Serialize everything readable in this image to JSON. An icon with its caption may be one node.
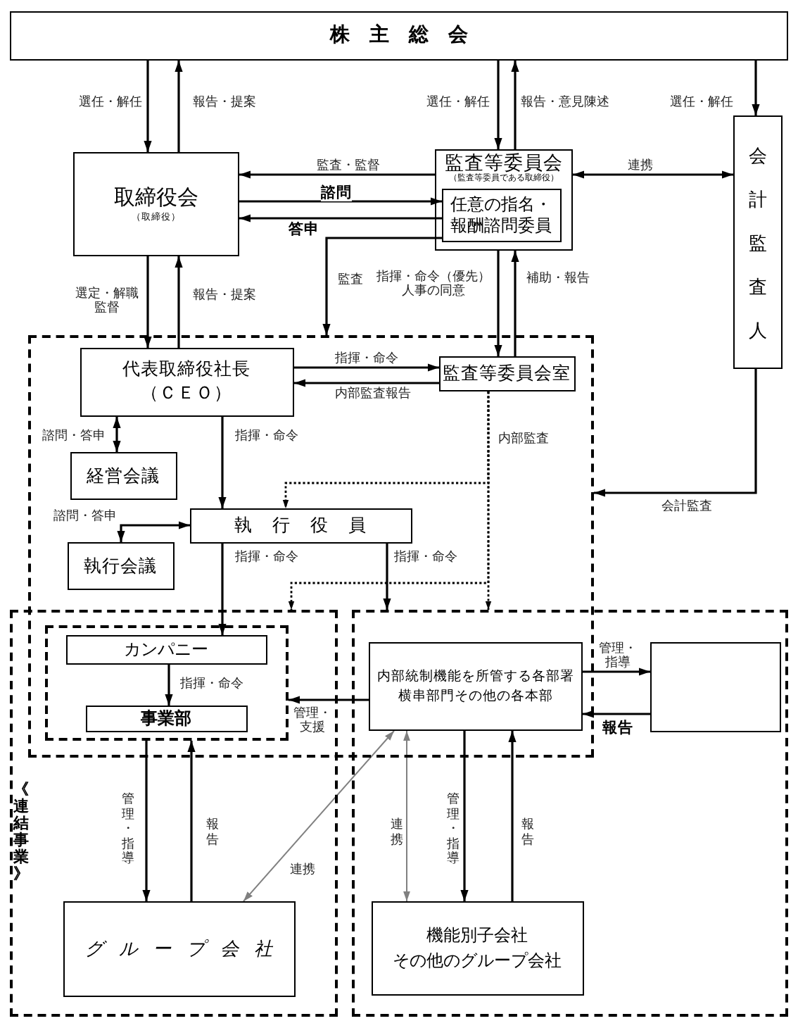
{
  "diagram": {
    "nodes": [
      {
        "text": [
          "株主総会"
        ]
      },
      {
        "text": [
          "取締役会",
          "（取締役）"
        ]
      },
      {
        "text": [
          "監査等委員会",
          "（監査等委員である取締役）"
        ]
      },
      {
        "text": [
          "任意の指名・報酬諮問委員"
        ],
        "in": 2
      },
      {
        "text": [
          "会計監査人"
        ]
      },
      {
        "text": [],
        "shape": "box"
      },
      {
        "text": [
          "代表取締役社長（ＣＥＯ）"
        ],
        "in": 5
      },
      {
        "text": [
          "監査等委員会室"
        ],
        "in": 5
      },
      {
        "text": [
          "経営会議"
        ],
        "in": 5
      },
      {
        "text": [
          "執行役員"
        ],
        "in": 5
      },
      {
        "text": [
          "執行会議"
        ],
        "in": 5
      },
      {
        "text": [
          "《連結事業》"
        ]
      },
      {
        "text": [],
        "shape": "box"
      },
      {
        "text": [
          "カンパニー"
        ],
        "in": 12
      },
      {
        "text": [
          "事業部"
        ],
        "in": 12
      },
      {
        "text": [
          "グループ会社"
        ],
        "in": 11
      },
      {
        "text": [],
        "shape": "box"
      },
      {
        "text": [
          "内部統制機能を所管する各部署",
          "横串部門その他の各本部"
        ]
      },
      {
        "text": [],
        "shape": "box",
        "in": 16
      },
      {
        "text": [
          "機能別子会社",
          "その他のグループ会社"
        ],
        "in": 16
      }
    ],
    "edges": [
      {
        "from": 0,
        "to": 1,
        "arrow": "to",
        "label": "選任・解任"
      },
      {
        "from": 1,
        "to": 0,
        "arrow": "to",
        "label": "報告・提案"
      },
      {
        "from": 0,
        "to": 2,
        "arrow": "to",
        "label": "選任・解任"
      },
      {
        "from": 2,
        "to": 0,
        "arrow": "to",
        "label": "報告・意見陳述"
      },
      {
        "from": 0,
        "to": 4,
        "arrow": "to",
        "label": "選任・解任"
      },
      {
        "from": 2,
        "to": 1,
        "arrow": "to",
        "label": "監査・監督"
      },
      {
        "from": 1,
        "to": 3,
        "arrow": "to",
        "label": "諮問"
      },
      {
        "from": 3,
        "to": 1,
        "arrow": "to",
        "label": "答申"
      },
      {
        "from": 3,
        "to": 5,
        "arrow": "to",
        "label": "監査"
      },
      {
        "from": 2,
        "to": 4,
        "arrow": "both",
        "label": "連携"
      },
      {
        "from": 1,
        "to": 6,
        "arrow": "to",
        "label": "選定・解職監督"
      },
      {
        "from": 6,
        "to": 1,
        "arrow": "to",
        "label": "報告・提案"
      },
      {
        "from": 2,
        "to": 7,
        "arrow": "to",
        "label": "指揮・命令（優先）人事の同意"
      },
      {
        "from": 7,
        "to": 2,
        "arrow": "to",
        "label": "補助・報告"
      },
      {
        "from": 6,
        "to": 7,
        "arrow": "to",
        "label": "指揮・命令"
      },
      {
        "from": 7,
        "to": 6,
        "arrow": "to",
        "label": "内部監査報告"
      },
      {
        "from": 6,
        "to": 8,
        "arrow": "both",
        "label": "諮問・答申"
      },
      {
        "from": 6,
        "to": 9,
        "arrow": "to",
        "label": "指揮・命令"
      },
      {
        "from": 9,
        "to": 10,
        "arrow": "both",
        "label": "諮問・答申"
      },
      {
        "from": 4,
        "to": 5,
        "arrow": "to",
        "label": "会計監査"
      },
      {
        "from": 7,
        "to": 9,
        "arrow": "to",
        "style": "dashed",
        "label": "内部監査"
      },
      {
        "from": 7,
        "to": 11,
        "arrow": "to",
        "style": "dashed"
      },
      {
        "from": 7,
        "to": 16,
        "arrow": "to",
        "style": "dashed"
      },
      {
        "from": 9,
        "to": 13,
        "arrow": "to",
        "label": "指揮・命令"
      },
      {
        "from": 9,
        "to": 16,
        "arrow": "to",
        "label": "指揮・命令"
      },
      {
        "from": 13,
        "to": 14,
        "arrow": "to",
        "label": "指揮・命令"
      },
      {
        "from": 17,
        "to": 12,
        "arrow": "to",
        "label": "管理・支援"
      },
      {
        "from": 17,
        "to": 18,
        "arrow": "to",
        "label": "管理・指導"
      },
      {
        "from": 18,
        "to": 17,
        "arrow": "to",
        "label": "報告"
      },
      {
        "from": 12,
        "to": 15,
        "arrow": "to",
        "label": "管理・指導"
      },
      {
        "from": 15,
        "to": 12,
        "arrow": "to",
        "label": "報告"
      },
      {
        "from": 17,
        "to": 15,
        "arrow": "both",
        "label": "連携",
        "color": "#808080"
      },
      {
        "from": 17,
        "to": 19,
        "arrow": "both",
        "label": "連携",
        "color": "#808080"
      },
      {
        "from": 17,
        "to": 19,
        "arrow": "to",
        "label": "管理・指導"
      },
      {
        "from": 19,
        "to": 17,
        "arrow": "to",
        "label": "報告"
      }
    ]
  }
}
